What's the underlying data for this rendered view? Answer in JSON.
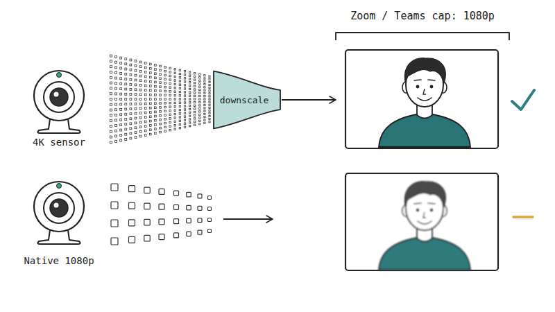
{
  "diagram": {
    "nodes": [
      {
        "text": [
          "downscale"
        ]
      },
      {
        "text": [
          "Zoom / Teams cap: 1080p"
        ]
      }
    ],
    "edges": [
      {
        "from": 0,
        "to": 1,
        "arrow": "to"
      }
    ],
    "labels": [
      "4K sensor",
      "Native 1080p"
    ]
  }
}
